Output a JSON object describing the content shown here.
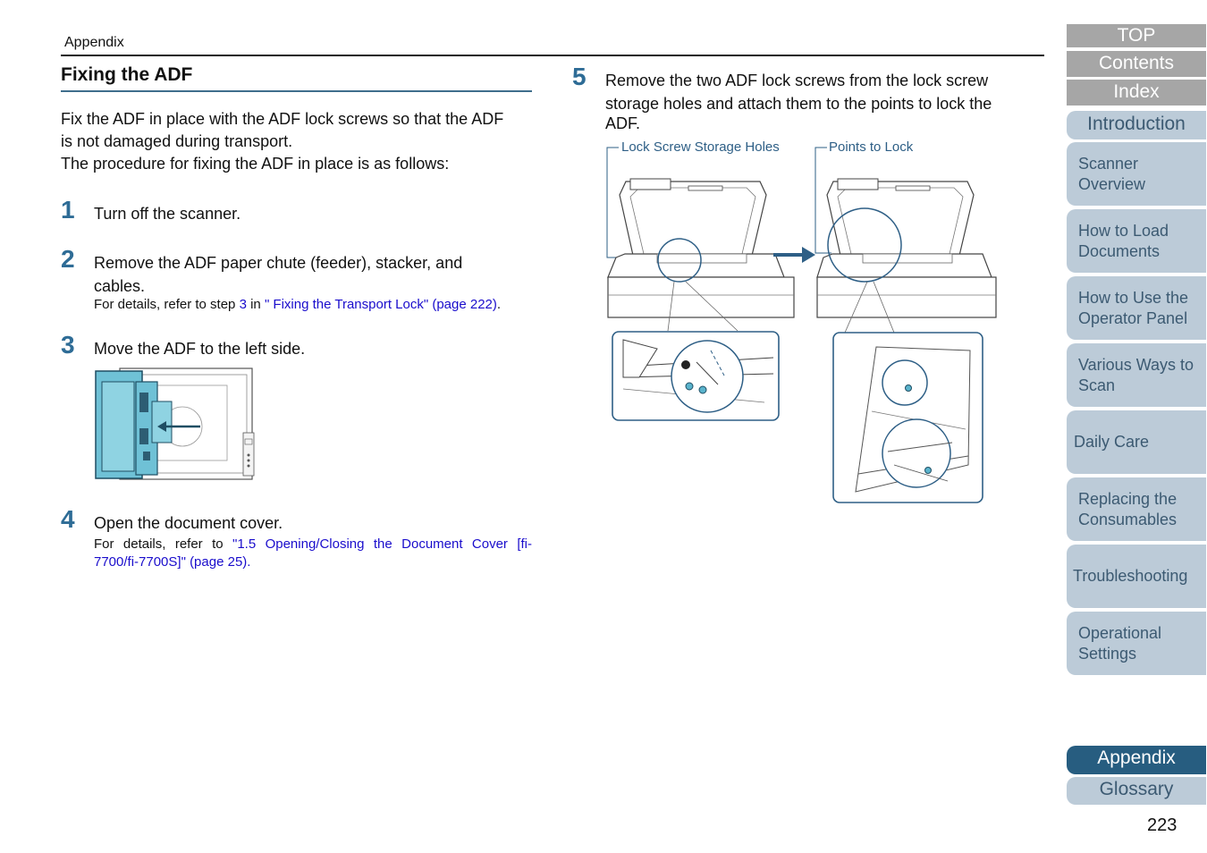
{
  "header": {
    "breadcrumb": "Appendix"
  },
  "section": {
    "title": "Fixing the ADF"
  },
  "intro": {
    "line1": "Fix the ADF in place with the ADF lock screws so that the ADF",
    "line2": "is not damaged during transport.",
    "line3": "The procedure for fixing the ADF in place is as follows:"
  },
  "steps": [
    {
      "num": "1",
      "text": "Turn off the scanner."
    },
    {
      "num": "2",
      "text1": "Remove the ADF paper chute (feeder), stacker, and",
      "text2": "cables.",
      "note_pre": "For details, refer to step ",
      "note_step": "3",
      "note_mid": " in ",
      "note_link": "\" Fixing the Transport Lock\" (page 222)",
      "note_post": "."
    },
    {
      "num": "3",
      "text": "Move the ADF to the left side."
    },
    {
      "num": "4",
      "text": "Open the document cover.",
      "note_pre": "For details, refer to ",
      "note_link1": "\"1.5 Opening/Closing the Document Cover [fi-",
      "note_link2": "7700/fi-7700S]\" (page 25)",
      "note_post": "."
    },
    {
      "num": "5",
      "text1": "Remove the two ADF lock screws from the lock screw",
      "text2": "storage holes and attach them to the points to lock the",
      "text3": "ADF."
    }
  ],
  "figure": {
    "label_left": "Lock Screw Storage Holes",
    "label_right": "Points to Lock"
  },
  "nav": {
    "top": "TOP",
    "contents": "Contents",
    "index": "Index",
    "introduction": "Introduction",
    "items": [
      {
        "line1": "Scanner",
        "line2": "Overview"
      },
      {
        "line1": "How to Load",
        "line2": "Documents"
      },
      {
        "line1": "How to Use the",
        "line2": "Operator Panel"
      },
      {
        "line1": "Various Ways to",
        "line2": "Scan"
      },
      {
        "line1": "Daily Care",
        "line2": ""
      },
      {
        "line1": "Replacing the",
        "line2": "Consumables"
      },
      {
        "line1": "Troubleshooting",
        "line2": ""
      },
      {
        "line1": "Operational",
        "line2": "Settings"
      }
    ],
    "appendix": "Appendix",
    "glossary": "Glossary"
  },
  "page_number": "223",
  "colors": {
    "accent": "#2e6c96",
    "nav_active": "#275d80",
    "nav_side": "#bccbd8",
    "nav_top": "#a6a6a6",
    "link": "#1a0dcc"
  }
}
